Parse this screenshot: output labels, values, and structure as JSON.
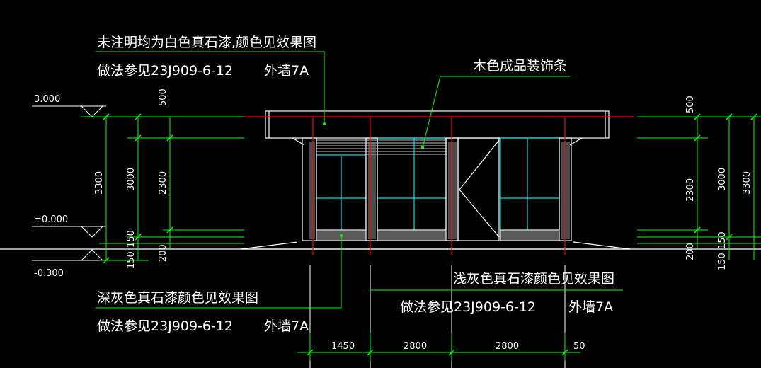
{
  "colors": {
    "background": "#000000",
    "outline": "#ffffff",
    "dimension": "#00ff00",
    "axis": "#ff0000",
    "glazing": "#00e0e0",
    "leader": "#00ff00"
  },
  "notes": {
    "top_material": "未注明均为白色真石漆,颜色见效果图",
    "top_ref": "做法参见23J909-6-12",
    "top_wall": "外墙7A",
    "wood_strip": "木色成品装饰条",
    "light_material": "浅灰色真石漆颜色见效果图",
    "light_ref": "做法参见23J909-6-12",
    "light_wall": "外墙7A",
    "dark_material": "深灰色真石漆颜色见效果图",
    "dark_ref": "做法参见23J909-6-12",
    "dark_wall": "外墙7A"
  },
  "elevations": {
    "top": "3.000",
    "ground": "±0.000",
    "bottom": "-0.300"
  },
  "dims_left": {
    "parapet": "500",
    "total_overall": "3300",
    "total_height": "3000",
    "opening": "2300",
    "base": "150",
    "plinth": "200",
    "below": "150"
  },
  "dims_right": {
    "parapet": "500",
    "opening": "2300",
    "total_height": "3000",
    "total_overall": "3300",
    "base": "150",
    "plinth": "200",
    "below": "150"
  },
  "dims_bottom": [
    "1450",
    "2800",
    "2800",
    "50"
  ]
}
